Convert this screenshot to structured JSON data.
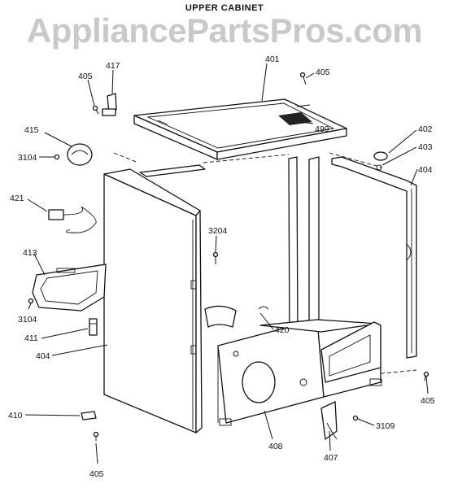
{
  "header": {
    "title": "UPPER CABINET",
    "watermark": "AppliancePartsPros.com"
  },
  "callouts": {
    "c401": "401",
    "c405a": "405",
    "c405b": "405",
    "c405c": "405",
    "c405d": "405",
    "c417": "417",
    "c415": "415",
    "c3104a": "3104",
    "c3104b": "3104",
    "c421": "421",
    "c413": "413",
    "c411": "411",
    "c404a": "404",
    "c404b": "404",
    "c410": "410",
    "c3204": "3204",
    "c420": "420",
    "c499": "499",
    "c402": "402",
    "c403": "403",
    "c408": "408",
    "c407": "407",
    "c3109": "3109"
  }
}
